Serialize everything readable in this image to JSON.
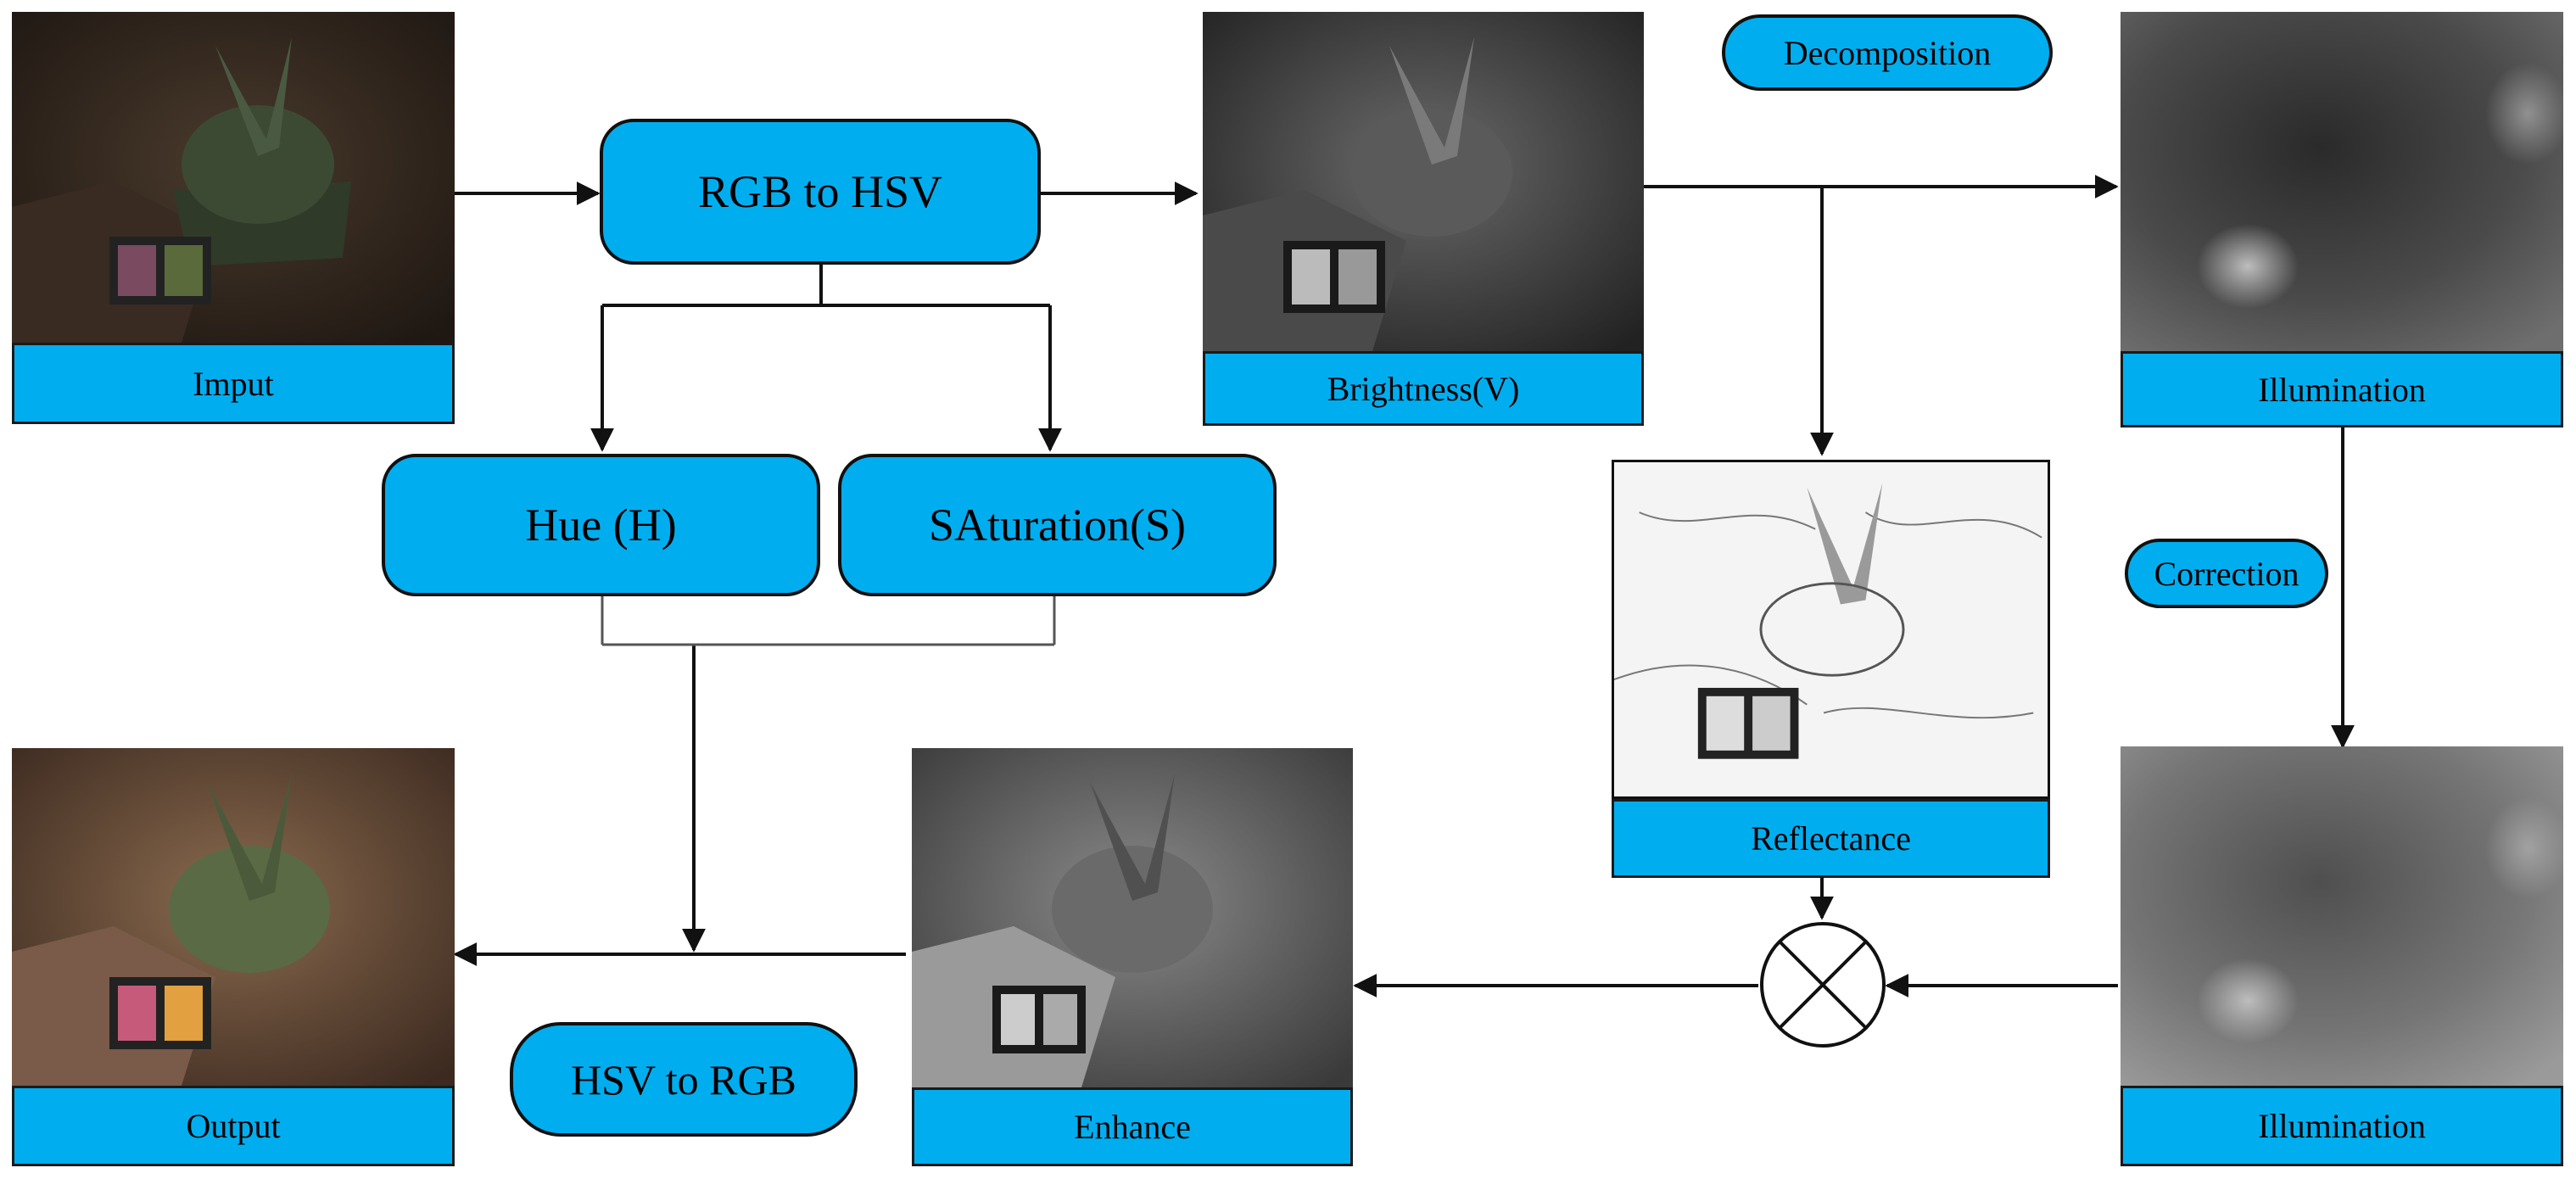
{
  "labels": {
    "input": "Imput",
    "brightness": "Brightness(V)",
    "illumination_top": "Illumination",
    "reflectance": "Reflectance",
    "illumination_bottom": "Illumination",
    "enhance": "Enhance",
    "output": "Output"
  },
  "process": {
    "rgb_to_hsv": "RGB to HSV",
    "hue": "Hue (H)",
    "saturation": "SAturation(S)",
    "hsv_to_rgb": "HSV to RGB"
  },
  "annotations": {
    "decomposition": "Decomposition",
    "correction": "Correction"
  },
  "colors": {
    "box_fill": "#00aeef",
    "line": "#111111"
  }
}
